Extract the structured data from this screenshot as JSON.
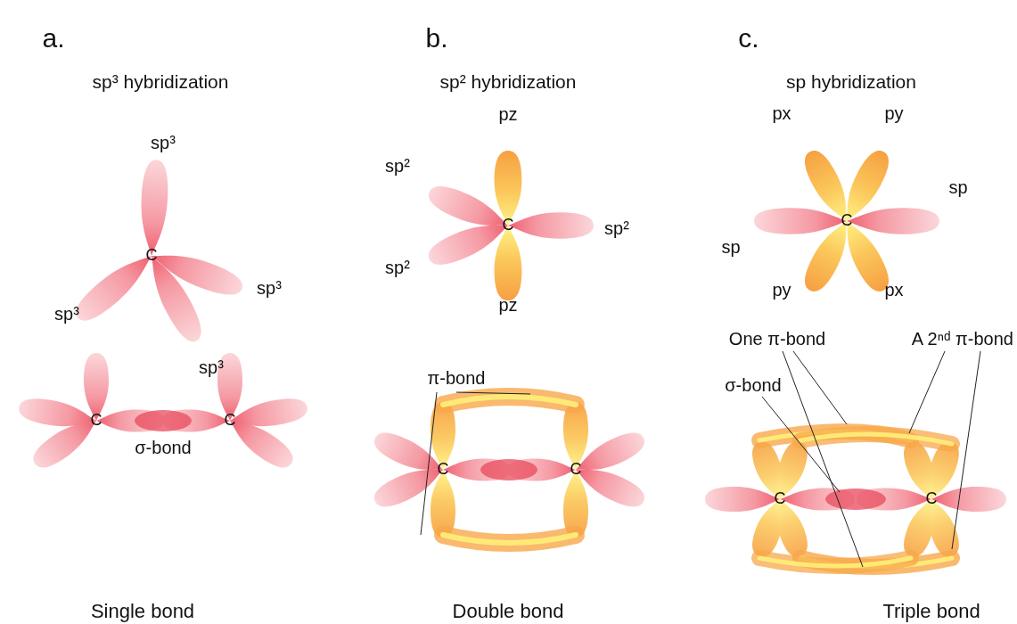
{
  "diagram": {
    "labels": [
      "a.",
      "b.",
      "c.",
      "sp³ hybridization",
      "sp² hybridization",
      "sp hybridization",
      "sp³",
      "sp³",
      "sp³",
      "sp³",
      "C",
      "C",
      "C",
      "σ-bond",
      "Single bond",
      "pz",
      "sp²",
      "sp²",
      "sp²",
      "pz",
      "C",
      "π-bond",
      "C",
      "C",
      "Double bond",
      "px",
      "py",
      "sp",
      "C",
      "sp",
      "py",
      "px",
      "One π-bond",
      "A 2ⁿᵈ π-bond",
      "σ-bond",
      "C",
      "C",
      "Triple bond"
    ]
  }
}
